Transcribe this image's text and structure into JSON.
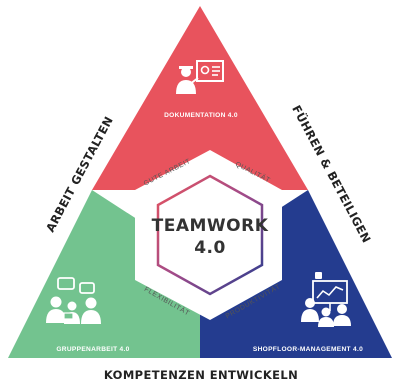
{
  "side_labels": {
    "left": "ARBEIT GESTALTEN",
    "right": "FÜHREN & BETEILIGEN",
    "bottom": "KOMPETENZEN ENTWICKELN"
  },
  "segments": {
    "top": {
      "label": "DOKUMENTATION 4.0",
      "color": "#e8535d",
      "icon": "presentation-person-icon"
    },
    "left": {
      "label": "GRUPPENARBEIT 4.0",
      "color": "#73c38f",
      "icon": "team-discussion-icon"
    },
    "right": {
      "label": "SHOPFLOOR-MANAGEMENT 4.0",
      "color": "#243c8f",
      "icon": "team-chart-meeting-icon"
    }
  },
  "ring_terms": {
    "gute_arbeit": "GUTE ARBEIT",
    "qualitaet": "QUALITÄT",
    "flexibilitaet": "FLEXIBILITÄT",
    "produktivitaet": "PRODUKTIVITÄT"
  },
  "center": {
    "line1": "TEAMWORK",
    "line2": "4.0"
  }
}
